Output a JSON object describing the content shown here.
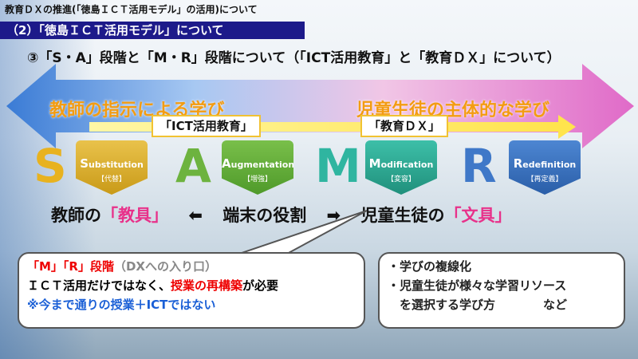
{
  "header": {
    "top_title": "教育ＤＸの推進(「徳島ＩＣＴ活用モデル」の活用)について",
    "section_bar": "（2）「徳島ＩＣＴ活用モデル」について",
    "subtitle": "③「S・A」段階と「M・R」段階について（「ICT活用教育」と「教育ＤＸ」について）"
  },
  "arrow": {
    "left_text": "教師の指示による学び",
    "right_text": "児童生徒の主体的な学び",
    "label_ict": "「ICT活用教育」",
    "label_dx": "「教育ＤＸ」"
  },
  "samr": {
    "letters": [
      "S",
      "A",
      "M",
      "R"
    ],
    "shields": [
      {
        "initial": "S",
        "rest": "ubstitution",
        "jp": "【代替】"
      },
      {
        "initial": "A",
        "rest": "ugmentation",
        "jp": "【増強】"
      },
      {
        "initial": "M",
        "rest": "odification",
        "jp": "【変容】"
      },
      {
        "initial": "R",
        "rest": "edefinition",
        "jp": "【再定義】"
      }
    ]
  },
  "roles": {
    "teacher_prefix": "教師の",
    "teacher_tool": "「教具」",
    "left_arrow": "⬅",
    "center": "端末の役割",
    "right_arrow": "➡",
    "student_prefix": "児童生徒の",
    "student_tool": "「文具」"
  },
  "box_left": {
    "line1_red": "「M」「R」段階",
    "line1_gray": "（DXへの入り口）",
    "line2_a": "ＩＣＴ活用だけではなく、",
    "line2_red": "授業の再構築",
    "line2_b": "が必要",
    "line3": "※今まで通りの授業＋ICTではない"
  },
  "box_right": {
    "item1": "・学びの複線化",
    "item2": "・児童生徒が様々な学習リソース",
    "item3": "　を選択する学び方　　　　など"
  },
  "colors": {
    "section_bar": "#1d1a8a",
    "highlight_pink": "#e8318a",
    "orange_text": "#f39c12",
    "red": "#e00000",
    "blue": "#1a5fd6"
  }
}
